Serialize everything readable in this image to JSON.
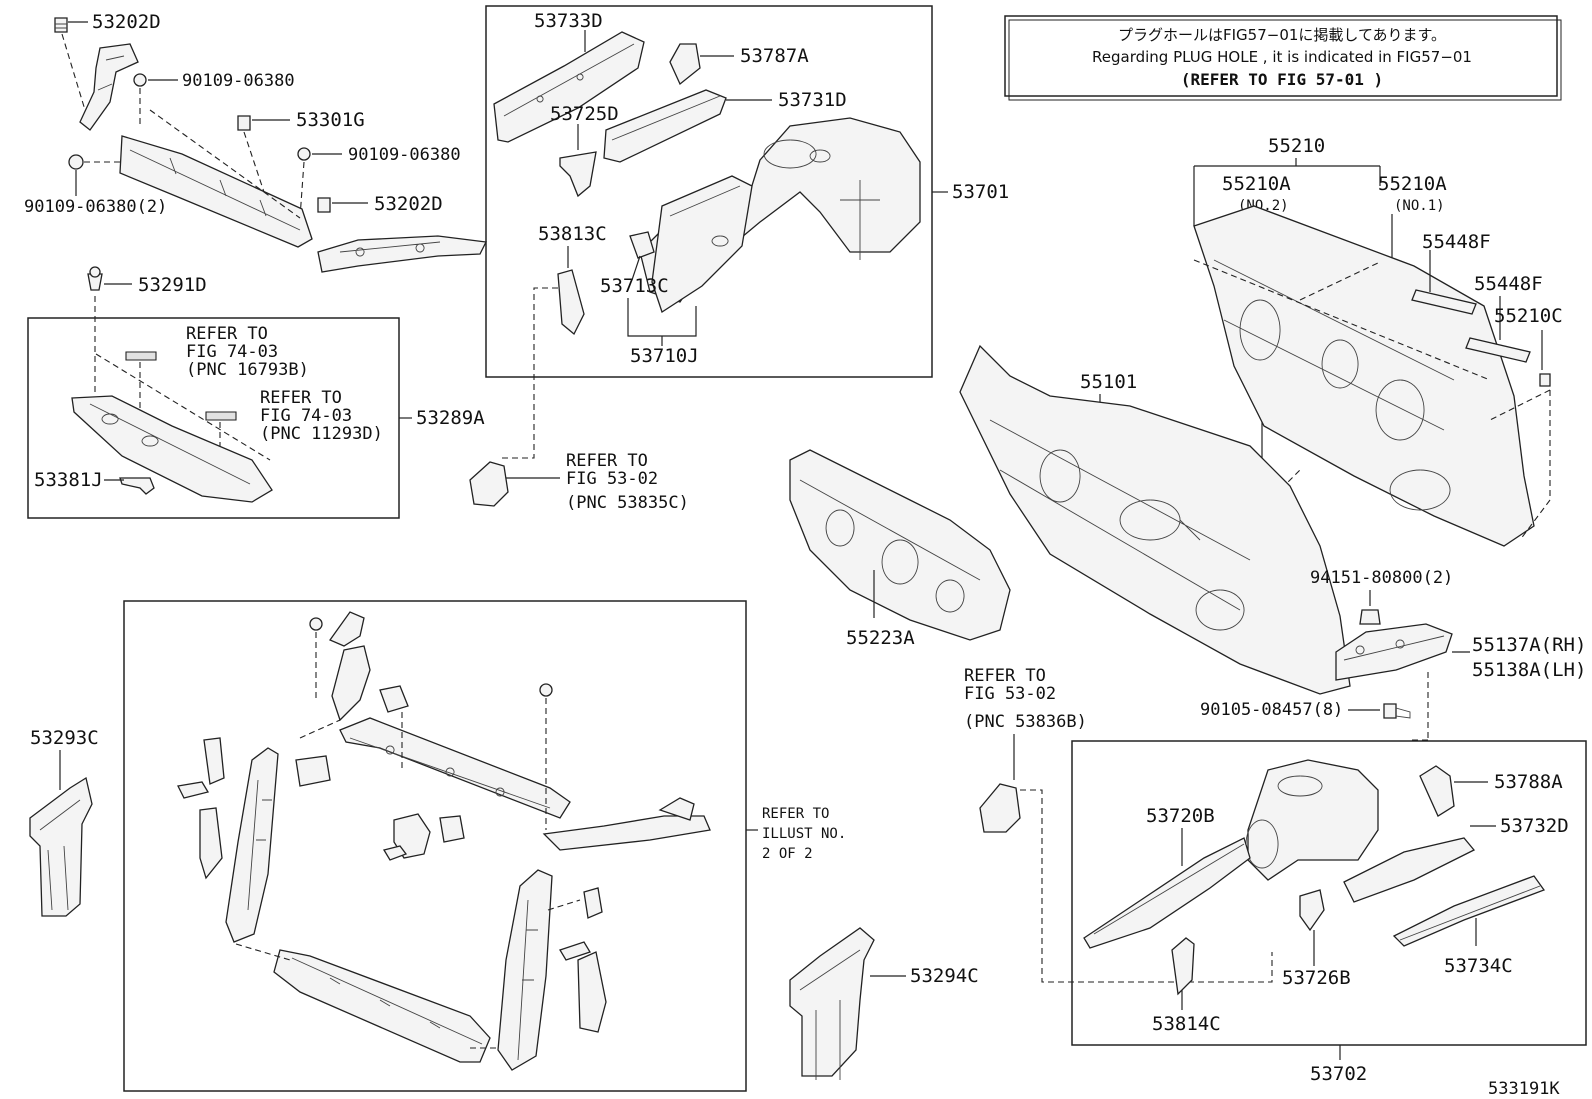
{
  "note": {
    "line1": "プラグホールはFIG57−01に掲載してあります。",
    "line2": "Regarding PLUG HOLE , it is indicated in FIG57−01",
    "line3": "(REFER TO FIG 57-01 )"
  },
  "labels": {
    "p53202D_a": "53202D",
    "p90109_a": "90109-06380",
    "p53301G": "53301G",
    "p90109_b": "90109-06380",
    "p90109_c": "90109-06380(2)",
    "p53202D_b": "53202D",
    "p53291D": "53291D",
    "p53289A": "53289A",
    "p53381J": "53381J",
    "p53733D": "53733D",
    "p53787A": "53787A",
    "p53731D": "53731D",
    "p53725D": "53725D",
    "p53701": "53701",
    "p53813C": "53813C",
    "p53713C": "53713C",
    "p53710J": "53710J",
    "p55210": "55210",
    "p55210A_2": "55210A",
    "p55210A_2_sub": "(NO.2)",
    "p55210A_1": "55210A",
    "p55210A_1_sub": "(NO.1)",
    "p55448F_a": "55448F",
    "p55448F_b": "55448F",
    "p55210C": "55210C",
    "p55101": "55101",
    "p55223A": "55223A",
    "p94151": "94151-80800(2)",
    "p55137A": "55137A(RH)",
    "p55138A": "55138A(LH)",
    "p90105": "90105-08457(8)",
    "p53293C": "53293C",
    "p53294C": "53294C",
    "p53788A": "53788A",
    "p53720B": "53720B",
    "p53732D": "53732D",
    "p53726B": "53726B",
    "p53734C": "53734C",
    "p53814C": "53814C",
    "p53702": "53702",
    "figure_id": "533191K"
  },
  "refs": {
    "r1": [
      "REFER TO",
      "FIG 74-03",
      "(PNC 16793B)"
    ],
    "r2": [
      "REFER TO",
      "FIG 74-03",
      "(PNC 11293D)"
    ],
    "r3": [
      "REFER TO",
      "FIG 53-02",
      "(PNC 53835C)"
    ],
    "r4": [
      "REFER TO",
      "FIG 53-02",
      "(PNC 53836B)"
    ],
    "r5": [
      "REFER TO",
      "ILLUST NO.",
      "2 OF 2"
    ]
  }
}
